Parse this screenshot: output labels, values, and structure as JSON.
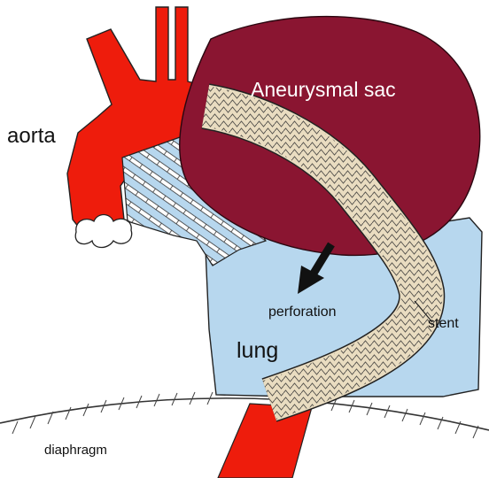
{
  "labels": {
    "aneurysmal_sac": "Aneurysmal sac",
    "aorta": "aorta",
    "perforation": "perforation",
    "stent": "stent",
    "lung": "lung",
    "diaphragm": "diaphragm"
  },
  "colors": {
    "aorta": "#ee1c0c",
    "aneurysmal_sac": "#8a1531",
    "lung": "#b7d7ee",
    "stent": "#e9dcc0",
    "outline": "#222222"
  }
}
